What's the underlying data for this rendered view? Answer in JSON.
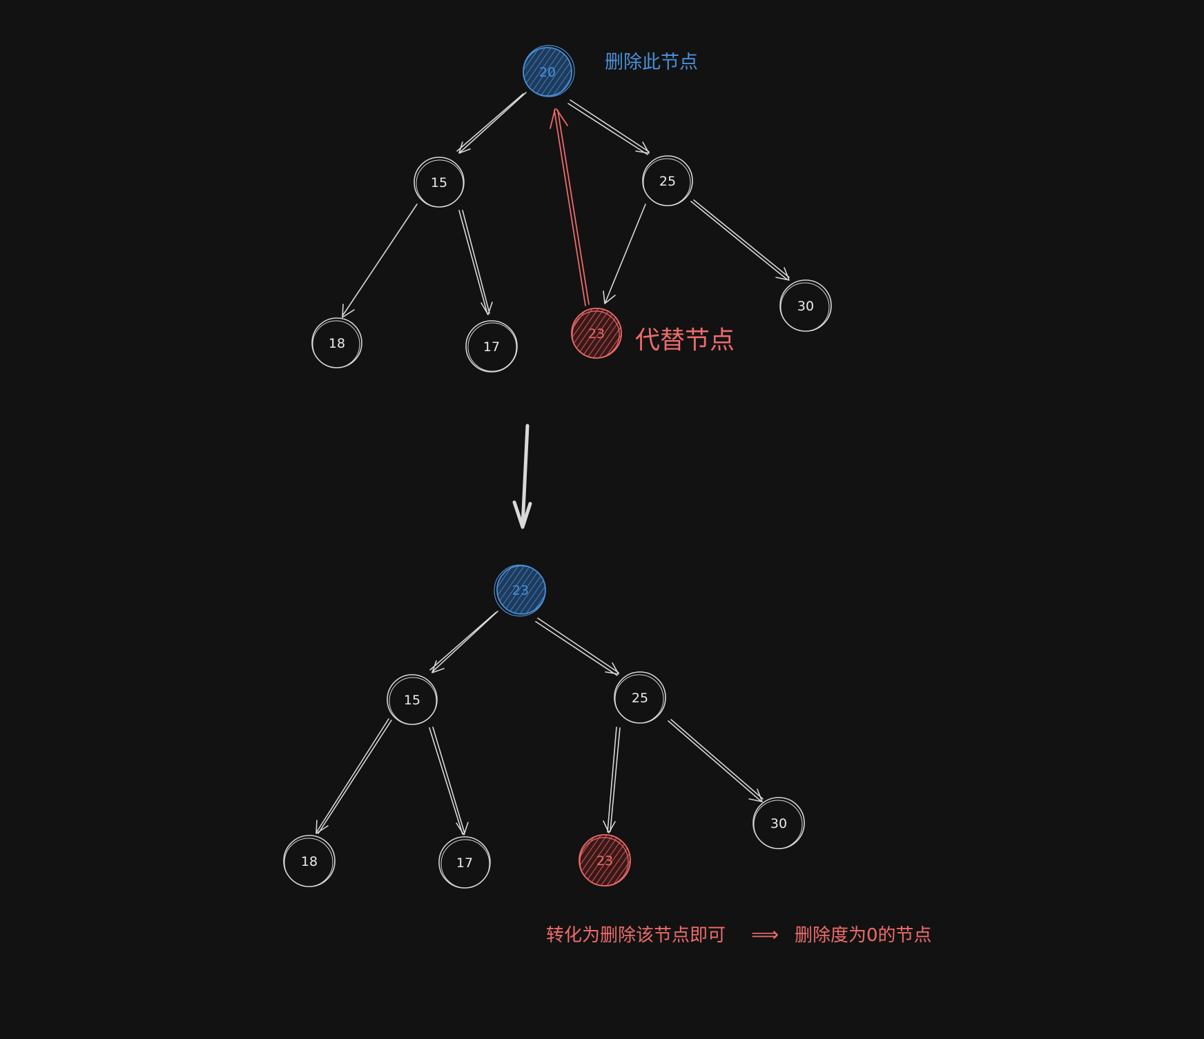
{
  "colors": {
    "background": "#121212",
    "stroke": "#d9d9d9",
    "blue": "#4a90d9",
    "blue_fill": "#1e3b5c",
    "red": "#ee6b6b",
    "red_fill": "#4a1f1f",
    "text_white": "#ececec"
  },
  "top_tree": {
    "root": "20",
    "left": "15",
    "right": "25",
    "left_left": "18",
    "left_right": "17",
    "right_left": "23",
    "right_right": "30",
    "delete_label": "删除此节点",
    "replace_label": "代替节点"
  },
  "bottom_tree": {
    "root": "23",
    "left": "15",
    "right": "25",
    "left_left": "18",
    "left_right": "17",
    "right_left": "23",
    "right_right": "30"
  },
  "caption": {
    "left": "转化为删除该节点即可",
    "arrow": "⟹",
    "right": "删除度为0的节点"
  }
}
